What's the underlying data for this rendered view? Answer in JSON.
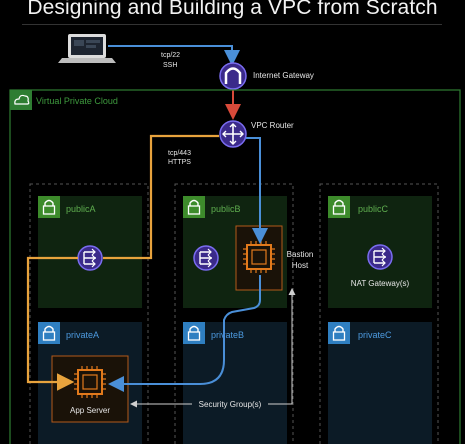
{
  "title": "Designing and Building a VPC from Scratch",
  "labels": {
    "ssh_port": "tcp/22",
    "ssh": "SSH",
    "internet_gateway": "Internet Gateway",
    "vpc": "Virtual Private Cloud",
    "vpc_router": "VPC Router",
    "https_port": "tcp/443",
    "https": "HTTPS",
    "bastion_line1": "Bastion",
    "bastion_line2": "Host",
    "nat_gateway": "NAT Gateway(s)",
    "app_server": "App Server",
    "security_groups": "Security Group(s)"
  },
  "subnets": {
    "publicA": "publicA",
    "publicB": "publicB",
    "publicC": "publicC",
    "privateA": "privateA",
    "privateB": "privateB",
    "privateC": "privateC"
  },
  "colors": {
    "background": "#000000",
    "vpc_border": "#2e7d32",
    "public_subnet_fill": "#0f2410",
    "public_subnet_icon": "#3d8b2b",
    "private_subnet_fill": "#0c1b26",
    "private_subnet_icon": "#2f7fc1",
    "router_purple": "#5a4fcf",
    "compute_orange": "#e27a1c",
    "https_path": "#e8a33d",
    "router_path": "#4a8fd8",
    "igw_path_red": "#d94a3a",
    "security_group_line": "#cfcfcf"
  },
  "icons": [
    "laptop-icon",
    "internet-gateway-icon",
    "vpc-cloud-icon",
    "vpc-router-icon",
    "lock-icon",
    "nat-gateway-icon",
    "chip-icon"
  ]
}
